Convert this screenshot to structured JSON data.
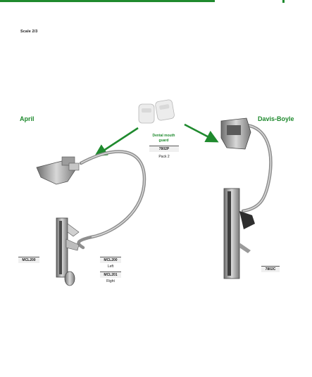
{
  "page": {
    "scale_label": "Scale 2/3"
  },
  "products": {
    "april": {
      "title": "April",
      "code": "MCL200"
    },
    "davis_boyle": {
      "title": "Davis-Boyle",
      "code": "7802C"
    },
    "mouth_guard": {
      "name": "Dental mouth guard",
      "code": "7802P",
      "pack": "Pack 2"
    },
    "variants": [
      {
        "code": "MCL200",
        "side": "Left"
      },
      {
        "code": "MCL201",
        "side": "Right"
      }
    ]
  },
  "colors": {
    "accent": "#1f8a2e",
    "steel": "#9a9a9a",
    "dark_steel": "#5c5c5c"
  }
}
